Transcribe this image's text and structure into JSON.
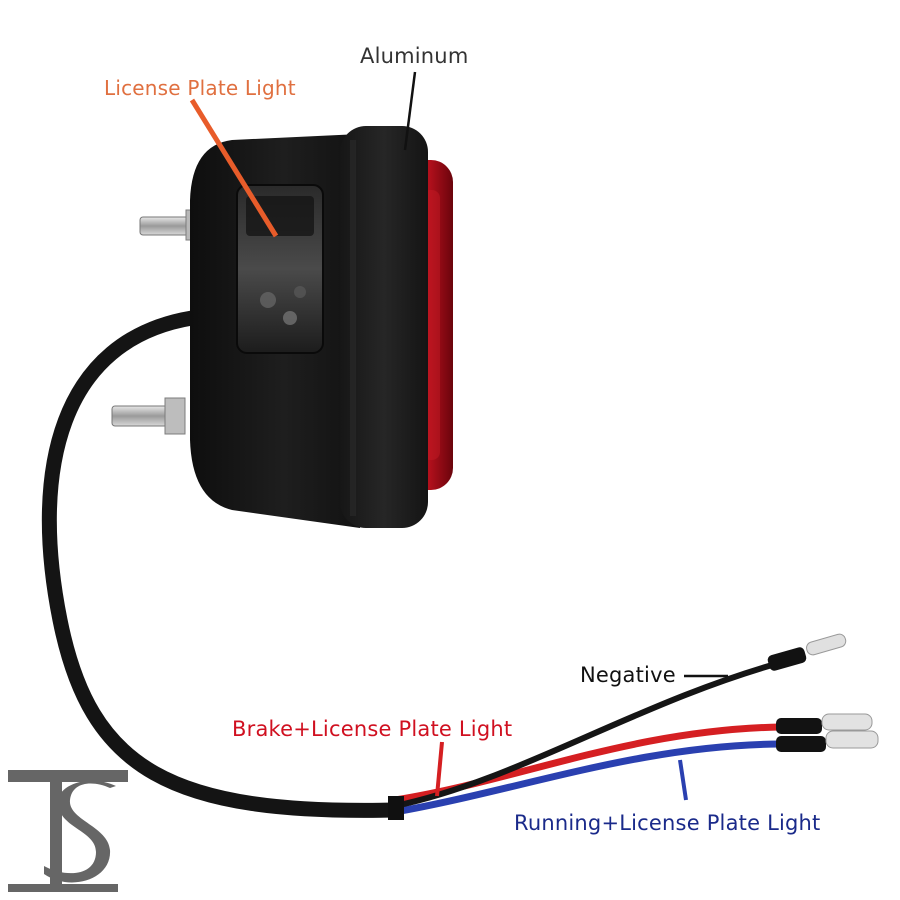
{
  "labels": {
    "aluminum": {
      "text": "Aluminum",
      "color": "#333333"
    },
    "license_plate_light": {
      "text": "License Plate Light",
      "color": "#e07040"
    },
    "negative": {
      "text": "Negative",
      "color": "#111111"
    },
    "brake": {
      "text": "Brake+License Plate Light",
      "color": "#d01020"
    },
    "running": {
      "text": "Running+License Plate Light",
      "color": "#1a2a8a"
    }
  },
  "colors": {
    "housing": "#1b1b1b",
    "lens_red": "#b0101a",
    "wire_red": "#d51f22",
    "wire_blue": "#2a40b0",
    "wire_black": "#111111",
    "leader_orange": "#e85c2a",
    "watermark": "#666666"
  },
  "watermark": {
    "text": "TS",
    "icon": "ts-logo"
  }
}
